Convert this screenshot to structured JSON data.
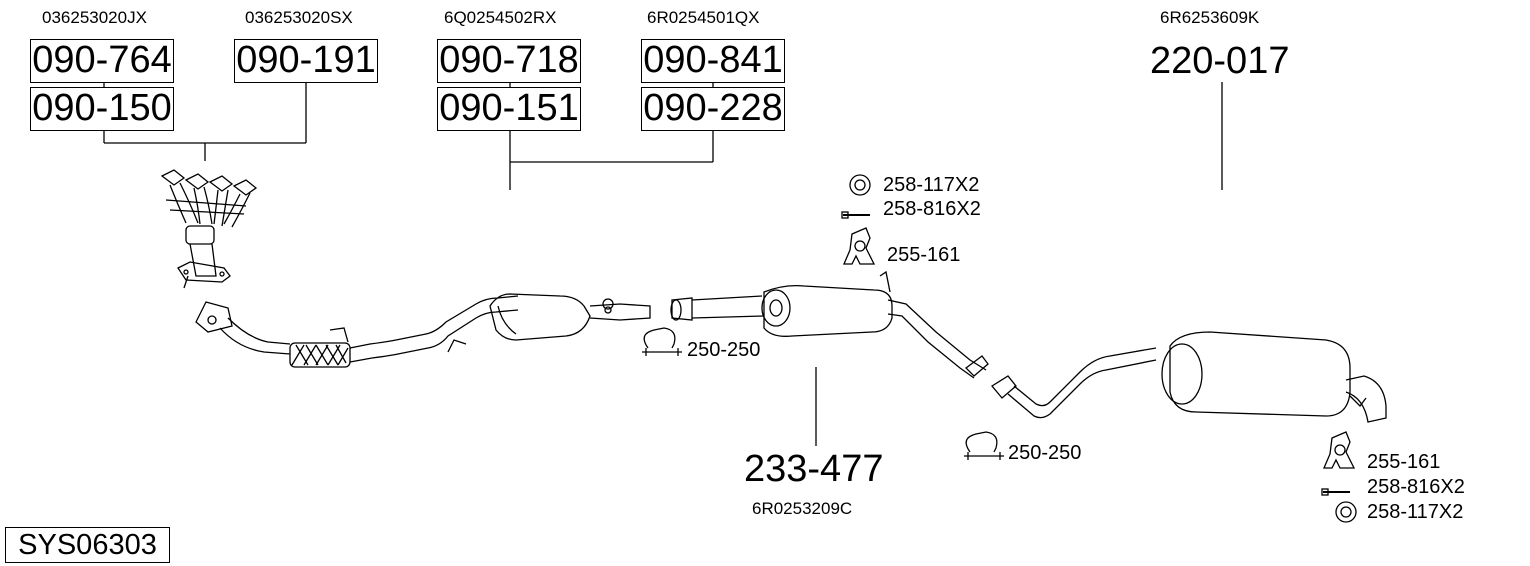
{
  "system_code": "SYS06303",
  "groups": [
    {
      "oe": "036253020JX",
      "parts": [
        "090-764",
        "090-150"
      ]
    },
    {
      "oe": "036253020SX",
      "parts": [
        "090-191"
      ]
    },
    {
      "oe": "6Q0254502RX",
      "parts": [
        "090-718",
        "090-151"
      ]
    },
    {
      "oe": "6R0254501QX",
      "parts": [
        "090-841",
        "090-228"
      ]
    }
  ],
  "rear_silencer": {
    "part": "220-017",
    "oe": "6R6253609K"
  },
  "middle_silencer": {
    "part": "233-477",
    "oe": "6R0253209C"
  },
  "hardware": {
    "ring_1": "258-117X2",
    "bolt_1": "258-816X2",
    "mount_1": "255-161",
    "clamp_1": "250-250",
    "clamp_2": "250-250",
    "mount_2": "255-161",
    "bolt_2": "258-816X2",
    "ring_2": "258-117X2"
  }
}
